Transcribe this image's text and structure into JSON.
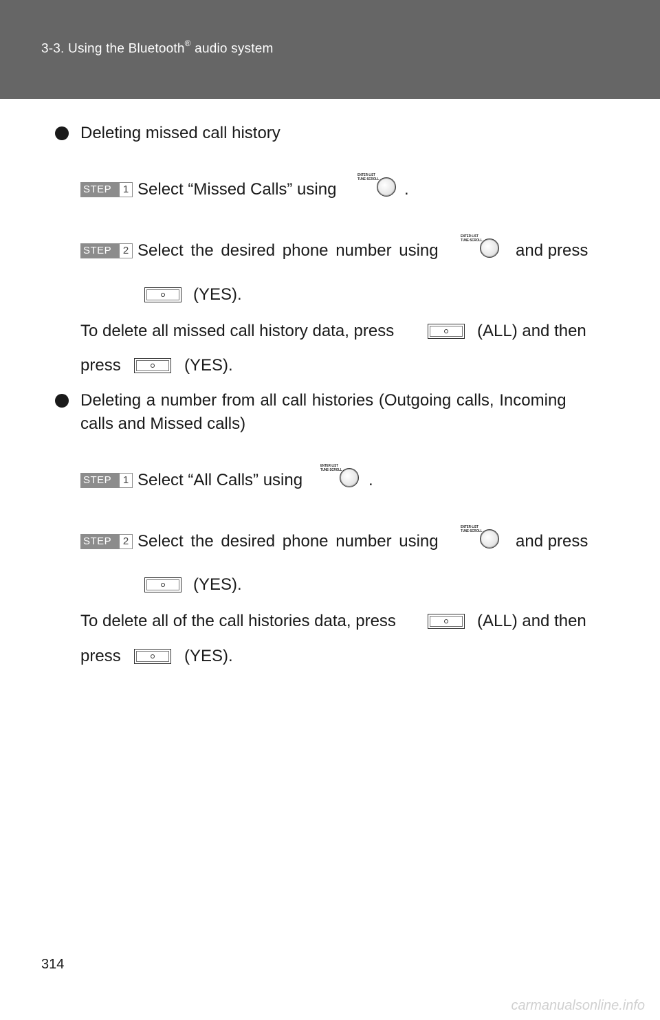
{
  "header": {
    "section": "3-3. Using the Bluetooth",
    "trademark": "®",
    "section_suffix": " audio system"
  },
  "section1": {
    "title": "Deleting missed call history",
    "step1_label": "STEP",
    "step1_num": "1",
    "step1_text": "Select “Missed Calls” using",
    "step1_end": ".",
    "step2_label": "STEP",
    "step2_num": "2",
    "step2_text": "Select the desired phone number using",
    "step2_text_b": "and press",
    "step2_yes": "(YES).",
    "note_line1": "To delete all missed call history data, press",
    "note_all": "(ALL) and then",
    "note_line2": "press",
    "note_yes": "(YES)."
  },
  "section2": {
    "title_line1": "Deleting a number from all call histories (Outgoing calls, Incoming",
    "title_line2": "calls and Missed calls)",
    "step1_label": "STEP",
    "step1_num": "1",
    "step1_text": "Select “All Calls” using",
    "step1_end": ".",
    "step2_label": "STEP",
    "step2_num": "2",
    "step2_text": "Select the desired phone number using",
    "step2_text_b": "and press",
    "step2_yes": "(YES).",
    "note_line1": "To delete all of the call histories data, press",
    "note_all": "(ALL) and then",
    "note_line2": "press",
    "note_yes": "(YES)."
  },
  "knob_label_line1": "ENTER·LIST",
  "knob_label_line2": "TUNE·SCROLL",
  "icons": {
    "knob": "tune-scroll-knob-icon",
    "button": "preset-button-icon",
    "bullet": "bullet-circle-icon"
  },
  "page_number": "314",
  "watermark": "carmanualsonline.info"
}
